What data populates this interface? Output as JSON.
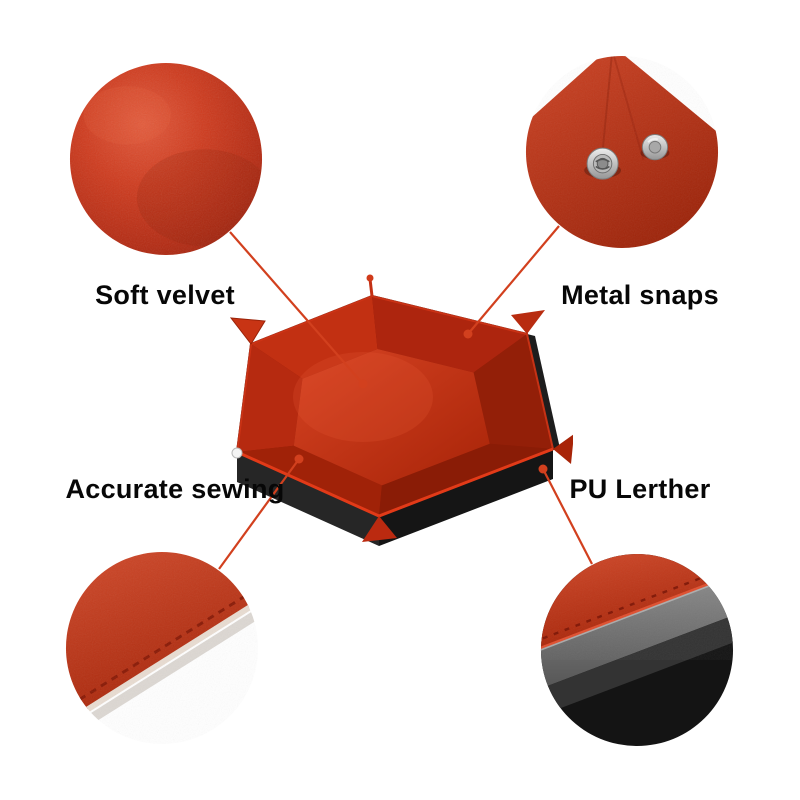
{
  "callouts": [
    {
      "label": "Soft velvet"
    },
    {
      "label": "Metal snaps"
    },
    {
      "label": "Accurate sewing"
    },
    {
      "label": "PU Lerther"
    }
  ],
  "colors": {
    "velvet_red": "#c5311a",
    "velvet_dark": "#8c1d0a",
    "leather_black": "#1e1e1e",
    "connector_line": "#d2401e",
    "background": "#ffffff"
  }
}
